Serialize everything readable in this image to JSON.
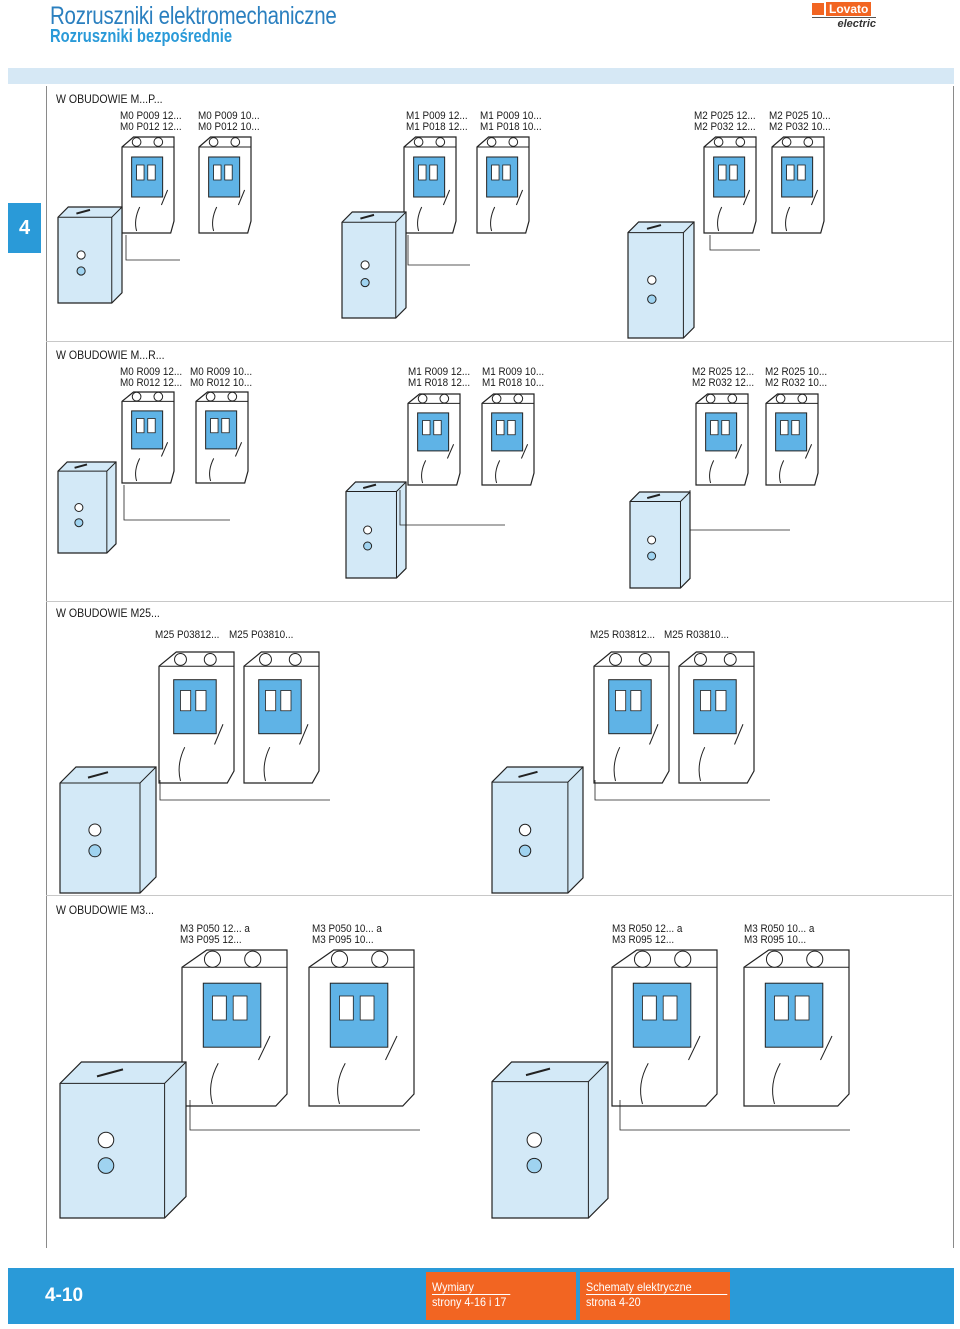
{
  "header": {
    "title": "Rozruszniki elektromechaniczne",
    "subtitle": "Rozruszniki bezpośrednie",
    "logo_brand": "Lovato",
    "logo_sub": "electric"
  },
  "tab": {
    "label": "4"
  },
  "sections": [
    {
      "label": "W OBUDOWIE M...P...",
      "groups": [
        [
          "M0 P009 12...",
          "M0 P012 12..."
        ],
        [
          "M0 P009 10...",
          "M0 P012 10..."
        ],
        [
          "M1 P009 12...",
          "M1 P018 12..."
        ],
        [
          "M1 P009 10...",
          "M1 P018 10..."
        ],
        [
          "M2 P025 12...",
          "M2 P032 12..."
        ],
        [
          "M2 P025 10...",
          "M2 P032 10..."
        ]
      ]
    },
    {
      "label": "W OBUDOWIE M...R...",
      "groups": [
        [
          "M0 R009 12...",
          "M0 R012 12..."
        ],
        [
          "M0 R009 10...",
          "M0 R012 10..."
        ],
        [
          "M1 R009 12...",
          "M1 R018 12..."
        ],
        [
          "M1 R009 10...",
          "M1 R018 10..."
        ],
        [
          "M2 R025 12...",
          "M2 R032 12..."
        ],
        [
          "M2 R025 10...",
          "M2 R032 10..."
        ]
      ]
    },
    {
      "label": "W OBUDOWIE M25...",
      "groups": [
        [
          "M25 P03812..."
        ],
        [
          "M25 P03810..."
        ],
        [
          "M25 R03812..."
        ],
        [
          "M25 R03810..."
        ]
      ]
    },
    {
      "label": "W OBUDOWIE M3...",
      "groups": [
        [
          "M3 P050 12... a",
          "M3 P095 12..."
        ],
        [
          "M3 P050 10... a",
          "M3 P095 10..."
        ],
        [
          "M3 R050 12... a",
          "M3 R095 12..."
        ],
        [
          "M3 R050 10... a",
          "M3 R095 10..."
        ]
      ]
    }
  ],
  "footer": {
    "page": "4-10",
    "dims_title": "Wymiary",
    "dims_ref": "strony 4-16 i 17",
    "schem_title": "Schematy elektryczne",
    "schem_ref": "strona 4-20"
  },
  "colors": {
    "accent_blue": "#2a9ad8",
    "accent_orange": "#f26522",
    "enclosure_fill": "#d3e9f7",
    "contactor_fill": "#5fb3e6"
  }
}
